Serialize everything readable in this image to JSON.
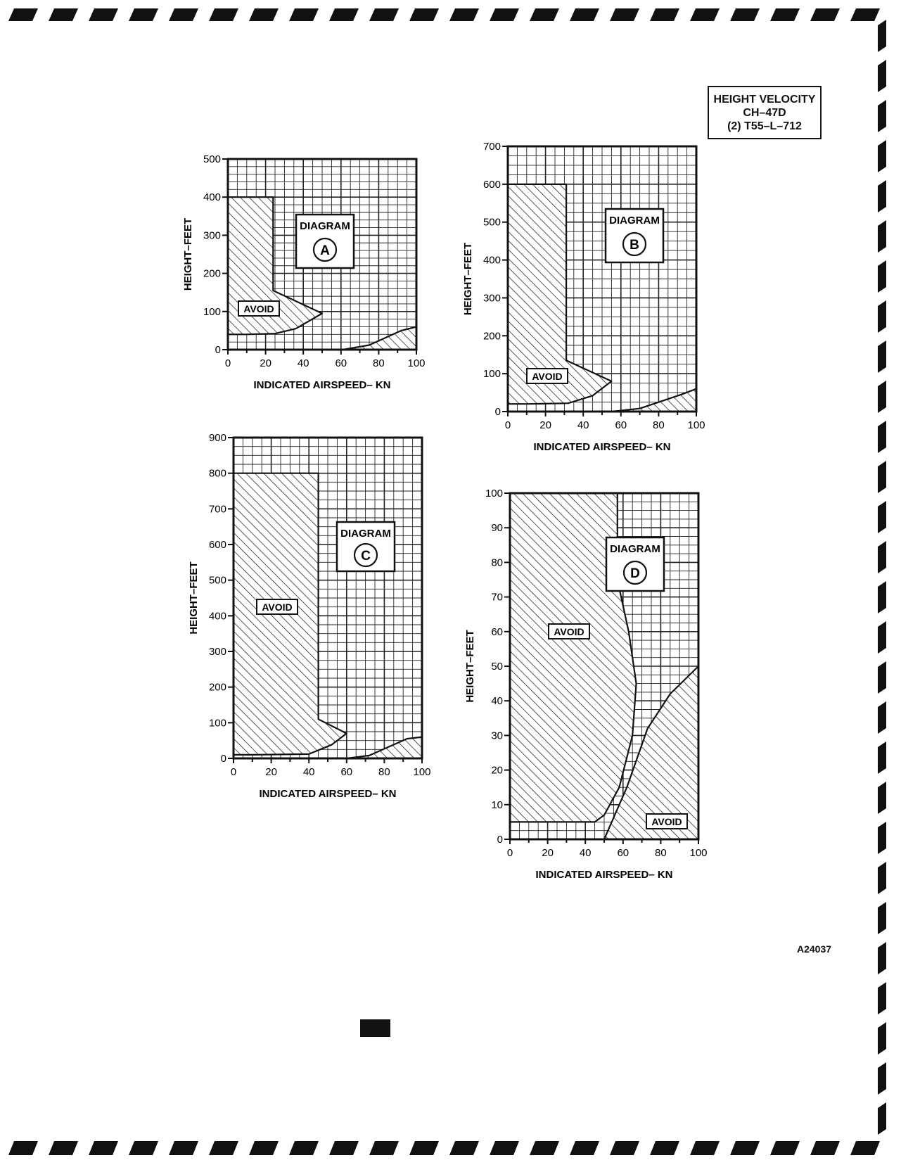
{
  "title_box": {
    "lines": [
      "HEIGHT VELOCITY",
      "CH–47D",
      "(2) T55–L–712"
    ]
  },
  "figure_ref": "A24037",
  "chart_data": [
    {
      "type": "area",
      "diagram_label": "DIAGRAM",
      "diagram_letter": "A",
      "xlabel": "INDICATED AIRSPEED– KN",
      "ylabel": "HEIGHT–FEET",
      "xlim": [
        0,
        100
      ],
      "ylim": [
        0,
        500
      ],
      "x_ticks": [
        0,
        20,
        40,
        60,
        80,
        100
      ],
      "y_ticks": [
        0,
        100,
        200,
        300,
        400,
        500
      ],
      "grid_step": [
        5,
        20
      ],
      "avoid_label": "AVOID",
      "avoid_regions": [
        [
          [
            0,
            40
          ],
          [
            0,
            400
          ],
          [
            24,
            400
          ],
          [
            24,
            155
          ],
          [
            50,
            95
          ],
          [
            36,
            55
          ],
          [
            25,
            42
          ],
          [
            10,
            40
          ]
        ],
        [
          [
            61,
            0
          ],
          [
            75,
            12
          ],
          [
            92,
            50
          ],
          [
            100,
            60
          ],
          [
            100,
            0
          ]
        ]
      ]
    },
    {
      "type": "area",
      "diagram_label": "DIAGRAM",
      "diagram_letter": "B",
      "xlabel": "INDICATED AIRSPEED– KN",
      "ylabel": "HEIGHT–FEET",
      "xlim": [
        0,
        100
      ],
      "ylim": [
        0,
        700
      ],
      "x_ticks": [
        0,
        20,
        40,
        60,
        80,
        100
      ],
      "y_ticks": [
        0,
        100,
        200,
        300,
        400,
        500,
        600,
        700
      ],
      "grid_step": [
        5,
        25
      ],
      "avoid_label": "AVOID",
      "avoid_regions": [
        [
          [
            0,
            20
          ],
          [
            0,
            600
          ],
          [
            31,
            600
          ],
          [
            31,
            135
          ],
          [
            55,
            80
          ],
          [
            45,
            42
          ],
          [
            32,
            22
          ],
          [
            10,
            20
          ]
        ],
        [
          [
            55,
            0
          ],
          [
            70,
            8
          ],
          [
            92,
            45
          ],
          [
            100,
            60
          ],
          [
            100,
            0
          ]
        ]
      ]
    },
    {
      "type": "area",
      "diagram_label": "DIAGRAM",
      "diagram_letter": "C",
      "xlabel": "INDICATED AIRSPEED– KN",
      "ylabel": "HEIGHT–FEET",
      "xlim": [
        0,
        100
      ],
      "ylim": [
        0,
        900
      ],
      "x_ticks": [
        0,
        20,
        40,
        60,
        80,
        100
      ],
      "y_ticks": [
        0,
        100,
        200,
        300,
        400,
        500,
        600,
        700,
        800,
        900
      ],
      "grid_step": [
        5,
        25
      ],
      "avoid_label": "AVOID",
      "avoid_regions": [
        [
          [
            0,
            10
          ],
          [
            0,
            800
          ],
          [
            45,
            800
          ],
          [
            45,
            110
          ],
          [
            60,
            70
          ],
          [
            52,
            38
          ],
          [
            40,
            12
          ],
          [
            10,
            10
          ]
        ],
        [
          [
            60,
            0
          ],
          [
            72,
            8
          ],
          [
            92,
            55
          ],
          [
            100,
            60
          ],
          [
            100,
            0
          ]
        ]
      ]
    },
    {
      "type": "area",
      "diagram_label": "DIAGRAM",
      "diagram_letter": "D",
      "xlabel": "INDICATED AIRSPEED– KN",
      "ylabel": "HEIGHT–FEET",
      "xlim": [
        0,
        100
      ],
      "ylim": [
        0,
        100
      ],
      "x_ticks": [
        0,
        20,
        40,
        60,
        80,
        100
      ],
      "y_ticks": [
        0,
        10,
        20,
        30,
        40,
        50,
        60,
        70,
        80,
        90,
        100
      ],
      "grid_step": [
        5,
        2.5
      ],
      "avoid_label": "AVOID",
      "avoid_regions": [
        [
          [
            0,
            5
          ],
          [
            0,
            100
          ],
          [
            57,
            100
          ],
          [
            57,
            75
          ],
          [
            63,
            60
          ],
          [
            67,
            45
          ],
          [
            65,
            30
          ],
          [
            58,
            15
          ],
          [
            50,
            7
          ],
          [
            45,
            5
          ]
        ],
        [
          [
            50,
            0
          ],
          [
            62,
            15
          ],
          [
            73,
            32
          ],
          [
            85,
            42
          ],
          [
            100,
            50
          ],
          [
            100,
            0
          ]
        ]
      ]
    }
  ]
}
